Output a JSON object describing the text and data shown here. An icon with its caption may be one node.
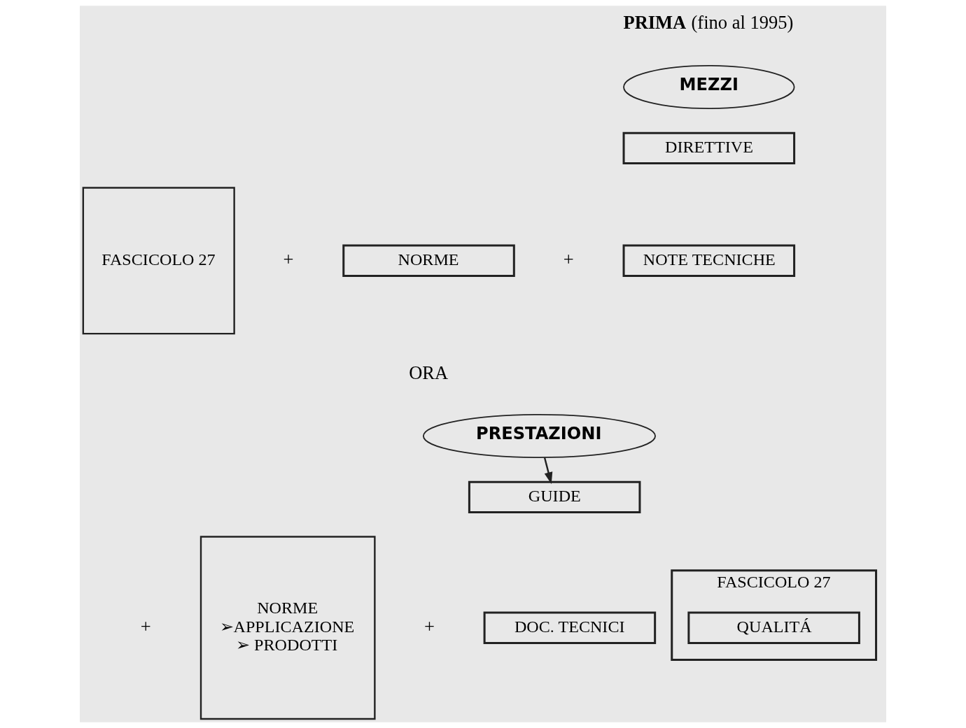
{
  "diagram": {
    "nodes": [
      {
        "text": [
          "FASCICOLO 27"
        ]
      },
      {
        "text": [
          "MEZZI"
        ]
      },
      {
        "text": [
          "DIRETTIVE"
        ]
      },
      {
        "text": [
          "NORME"
        ]
      },
      {
        "text": [
          "NOTE TECNICHE"
        ]
      },
      {
        "text": [
          "FASCICOLO 27"
        ]
      },
      {
        "text": [
          "NORME",
          "➢APPLICAZIONE",
          "➢ PRODOTTI"
        ]
      },
      {
        "text": [
          "PRESTAZIONI"
        ]
      },
      {
        "text": [
          "GUIDE"
        ]
      },
      {
        "text": [
          "DOC. TECNICI"
        ]
      },
      {
        "text": [
          "QUALITÁ"
        ],
        "in": 5
      }
    ],
    "edges": [
      {
        "from": 7,
        "to": 8,
        "arrow": "to"
      }
    ],
    "labels": [
      "**PRIMA** (fino al 1995)",
      "+",
      "+",
      "ORA",
      "+",
      "+"
    ]
  }
}
